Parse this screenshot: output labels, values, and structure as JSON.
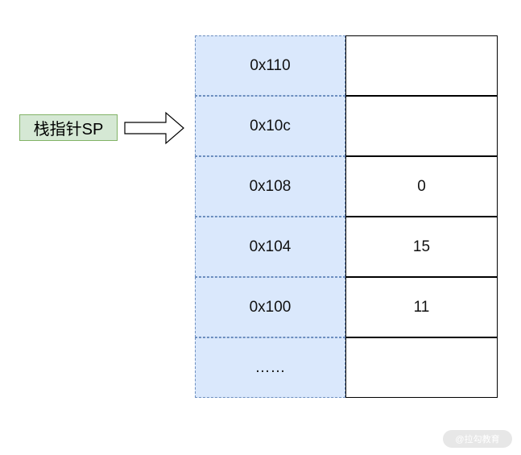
{
  "pointer": {
    "label": "栈指针SP"
  },
  "stack_rows": [
    {
      "address": "0x110",
      "value": ""
    },
    {
      "address": "0x10c",
      "value": ""
    },
    {
      "address": "0x108",
      "value": "0"
    },
    {
      "address": "0x104",
      "value": "15"
    },
    {
      "address": "0x100",
      "value": "11"
    },
    {
      "address": "……",
      "value": ""
    }
  ],
  "colors": {
    "address_fill": "#dae8fc",
    "address_border": "#6c8ebf",
    "pointer_fill": "#d5e8d4",
    "pointer_border": "#82b366"
  },
  "watermark": "@拉勾教育"
}
